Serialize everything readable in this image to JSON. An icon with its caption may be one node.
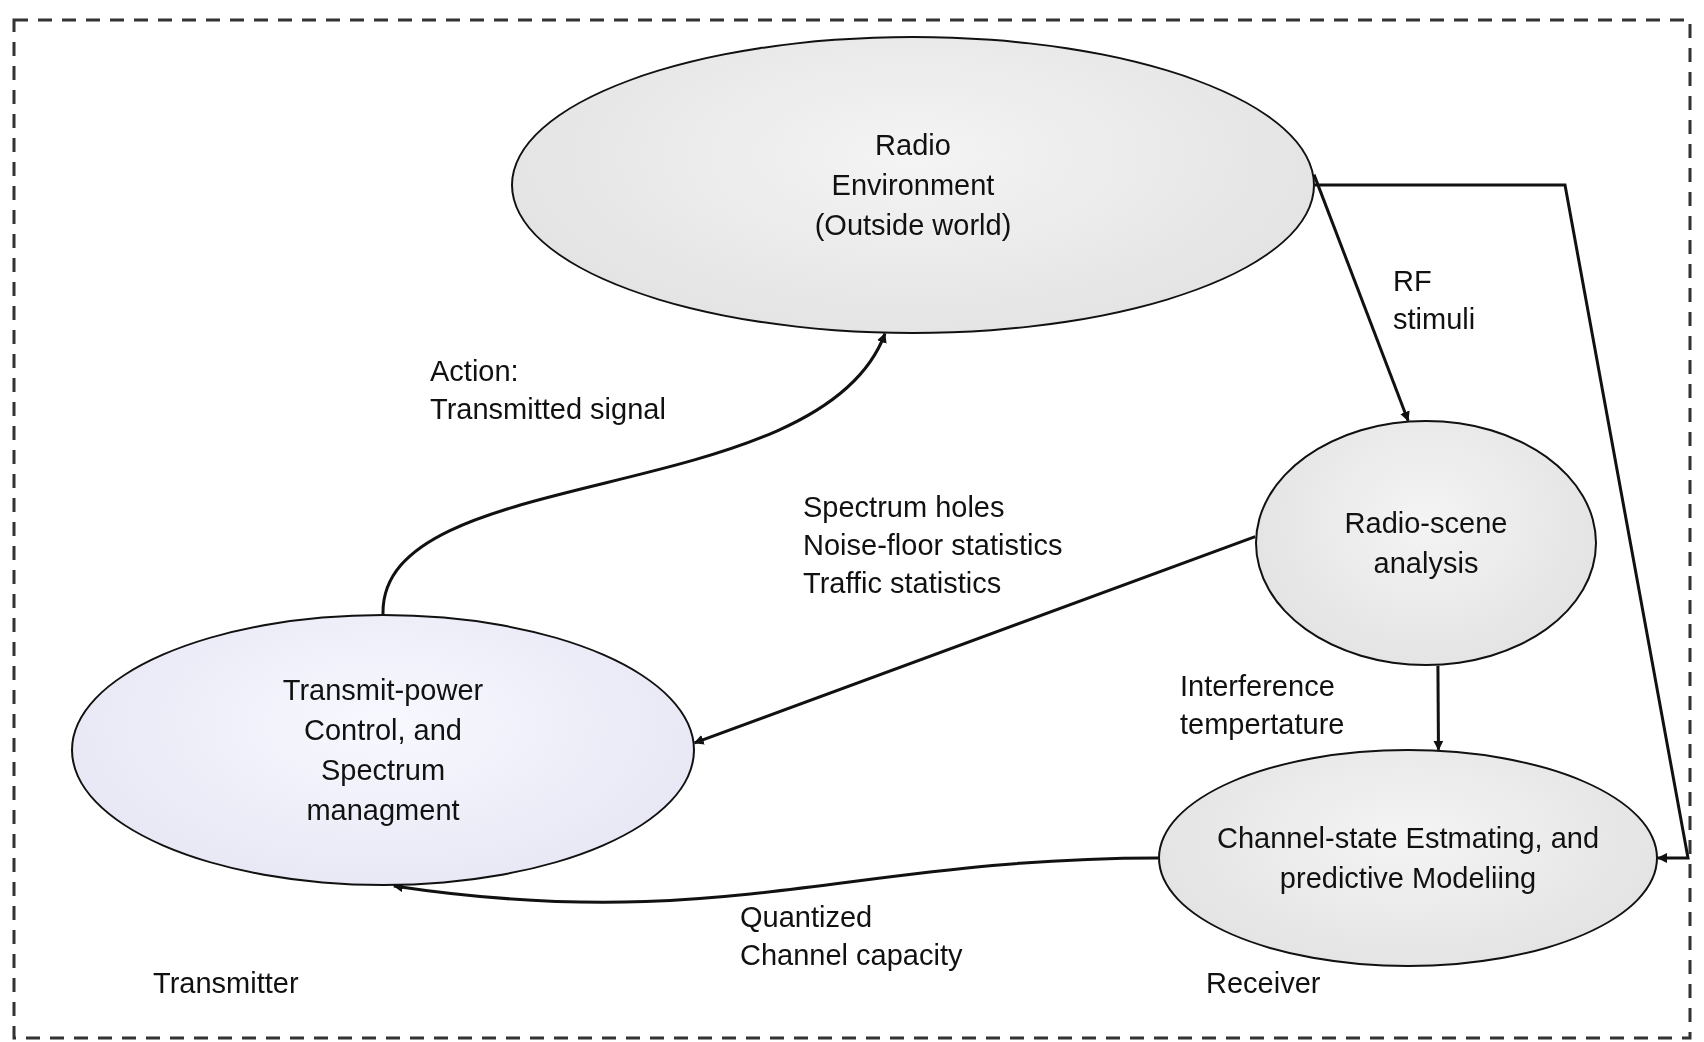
{
  "diagram": {
    "nodes": [
      {
        "text": [
          "Radio Environment (Outside world)"
        ]
      },
      {
        "text": [
          "Radio-scene analysis"
        ]
      },
      {
        "text": [
          "Transmit-power Control, and Spectrum managment"
        ]
      },
      {
        "text": [
          "Channel-state Estmating, and predictive Modeliing"
        ]
      }
    ],
    "edges": [
      {
        "from": 0,
        "to": 1,
        "arrow": "to",
        "label": "RF stimuli"
      },
      {
        "from": 0,
        "to": 3,
        "arrow": "to"
      },
      {
        "from": 1,
        "to": 2,
        "arrow": "to",
        "label": "Spectrum holes Noise-floor statistics Traffic statistics"
      },
      {
        "from": 1,
        "to": 3,
        "arrow": "to",
        "label": "Interference tempertature"
      },
      {
        "from": 3,
        "to": 2,
        "arrow": "to",
        "label": "Quantized Channel capacity"
      },
      {
        "from": 2,
        "to": 0,
        "arrow": "to",
        "label": "Action: Transmitted signal"
      }
    ],
    "labels": [
      "Transmitter",
      "Receiver"
    ]
  }
}
